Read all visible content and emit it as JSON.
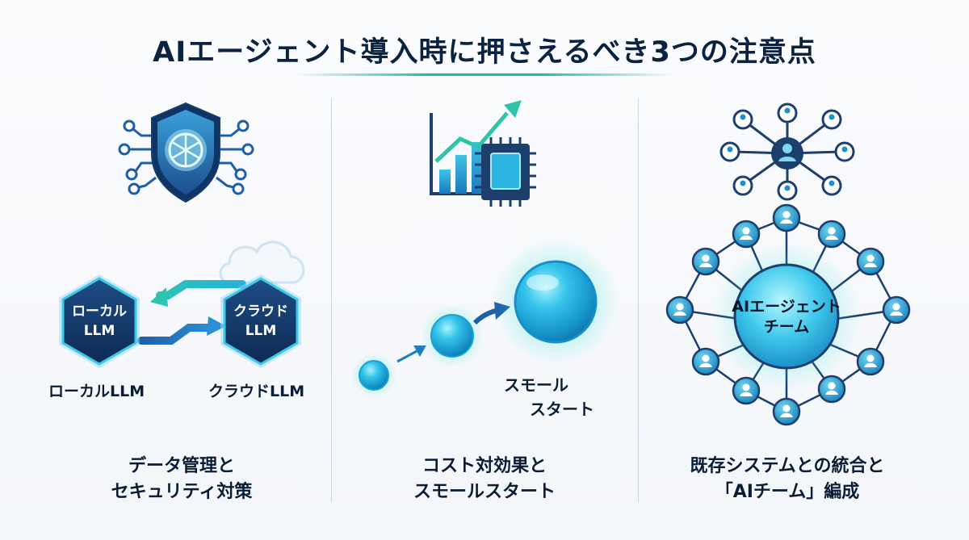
{
  "title": "AIエージェント導入時に押さえるべき3つの注意点",
  "columns": [
    {
      "caption_line1": "データ管理と",
      "caption_line2": "セキュリティ対策",
      "icon": "shield-circuit-icon",
      "hex_local_line1": "ローカル",
      "hex_local_line2": "LLM",
      "hex_cloud_line1": "クラウド",
      "hex_cloud_line2": "LLM",
      "label_local": "ローカルLLM",
      "label_cloud": "クラウドLLM"
    },
    {
      "caption_line1": "コスト対効果と",
      "caption_line2": "スモールスタート",
      "icon": "chart-chip-icon",
      "sphere_label_line1": "スモール",
      "sphere_label_line2": "スタート"
    },
    {
      "caption_line1": "既存システムとの統合と",
      "caption_line2": "「AIチーム」編成",
      "icon": "people-network-icon",
      "team_line1": "AIエージェント",
      "team_line2": "チーム"
    }
  ],
  "colors": {
    "navy": "#0b2240",
    "teal": "#19b9c9",
    "blue": "#1f5fa8",
    "cyan": "#2ec4e6"
  }
}
